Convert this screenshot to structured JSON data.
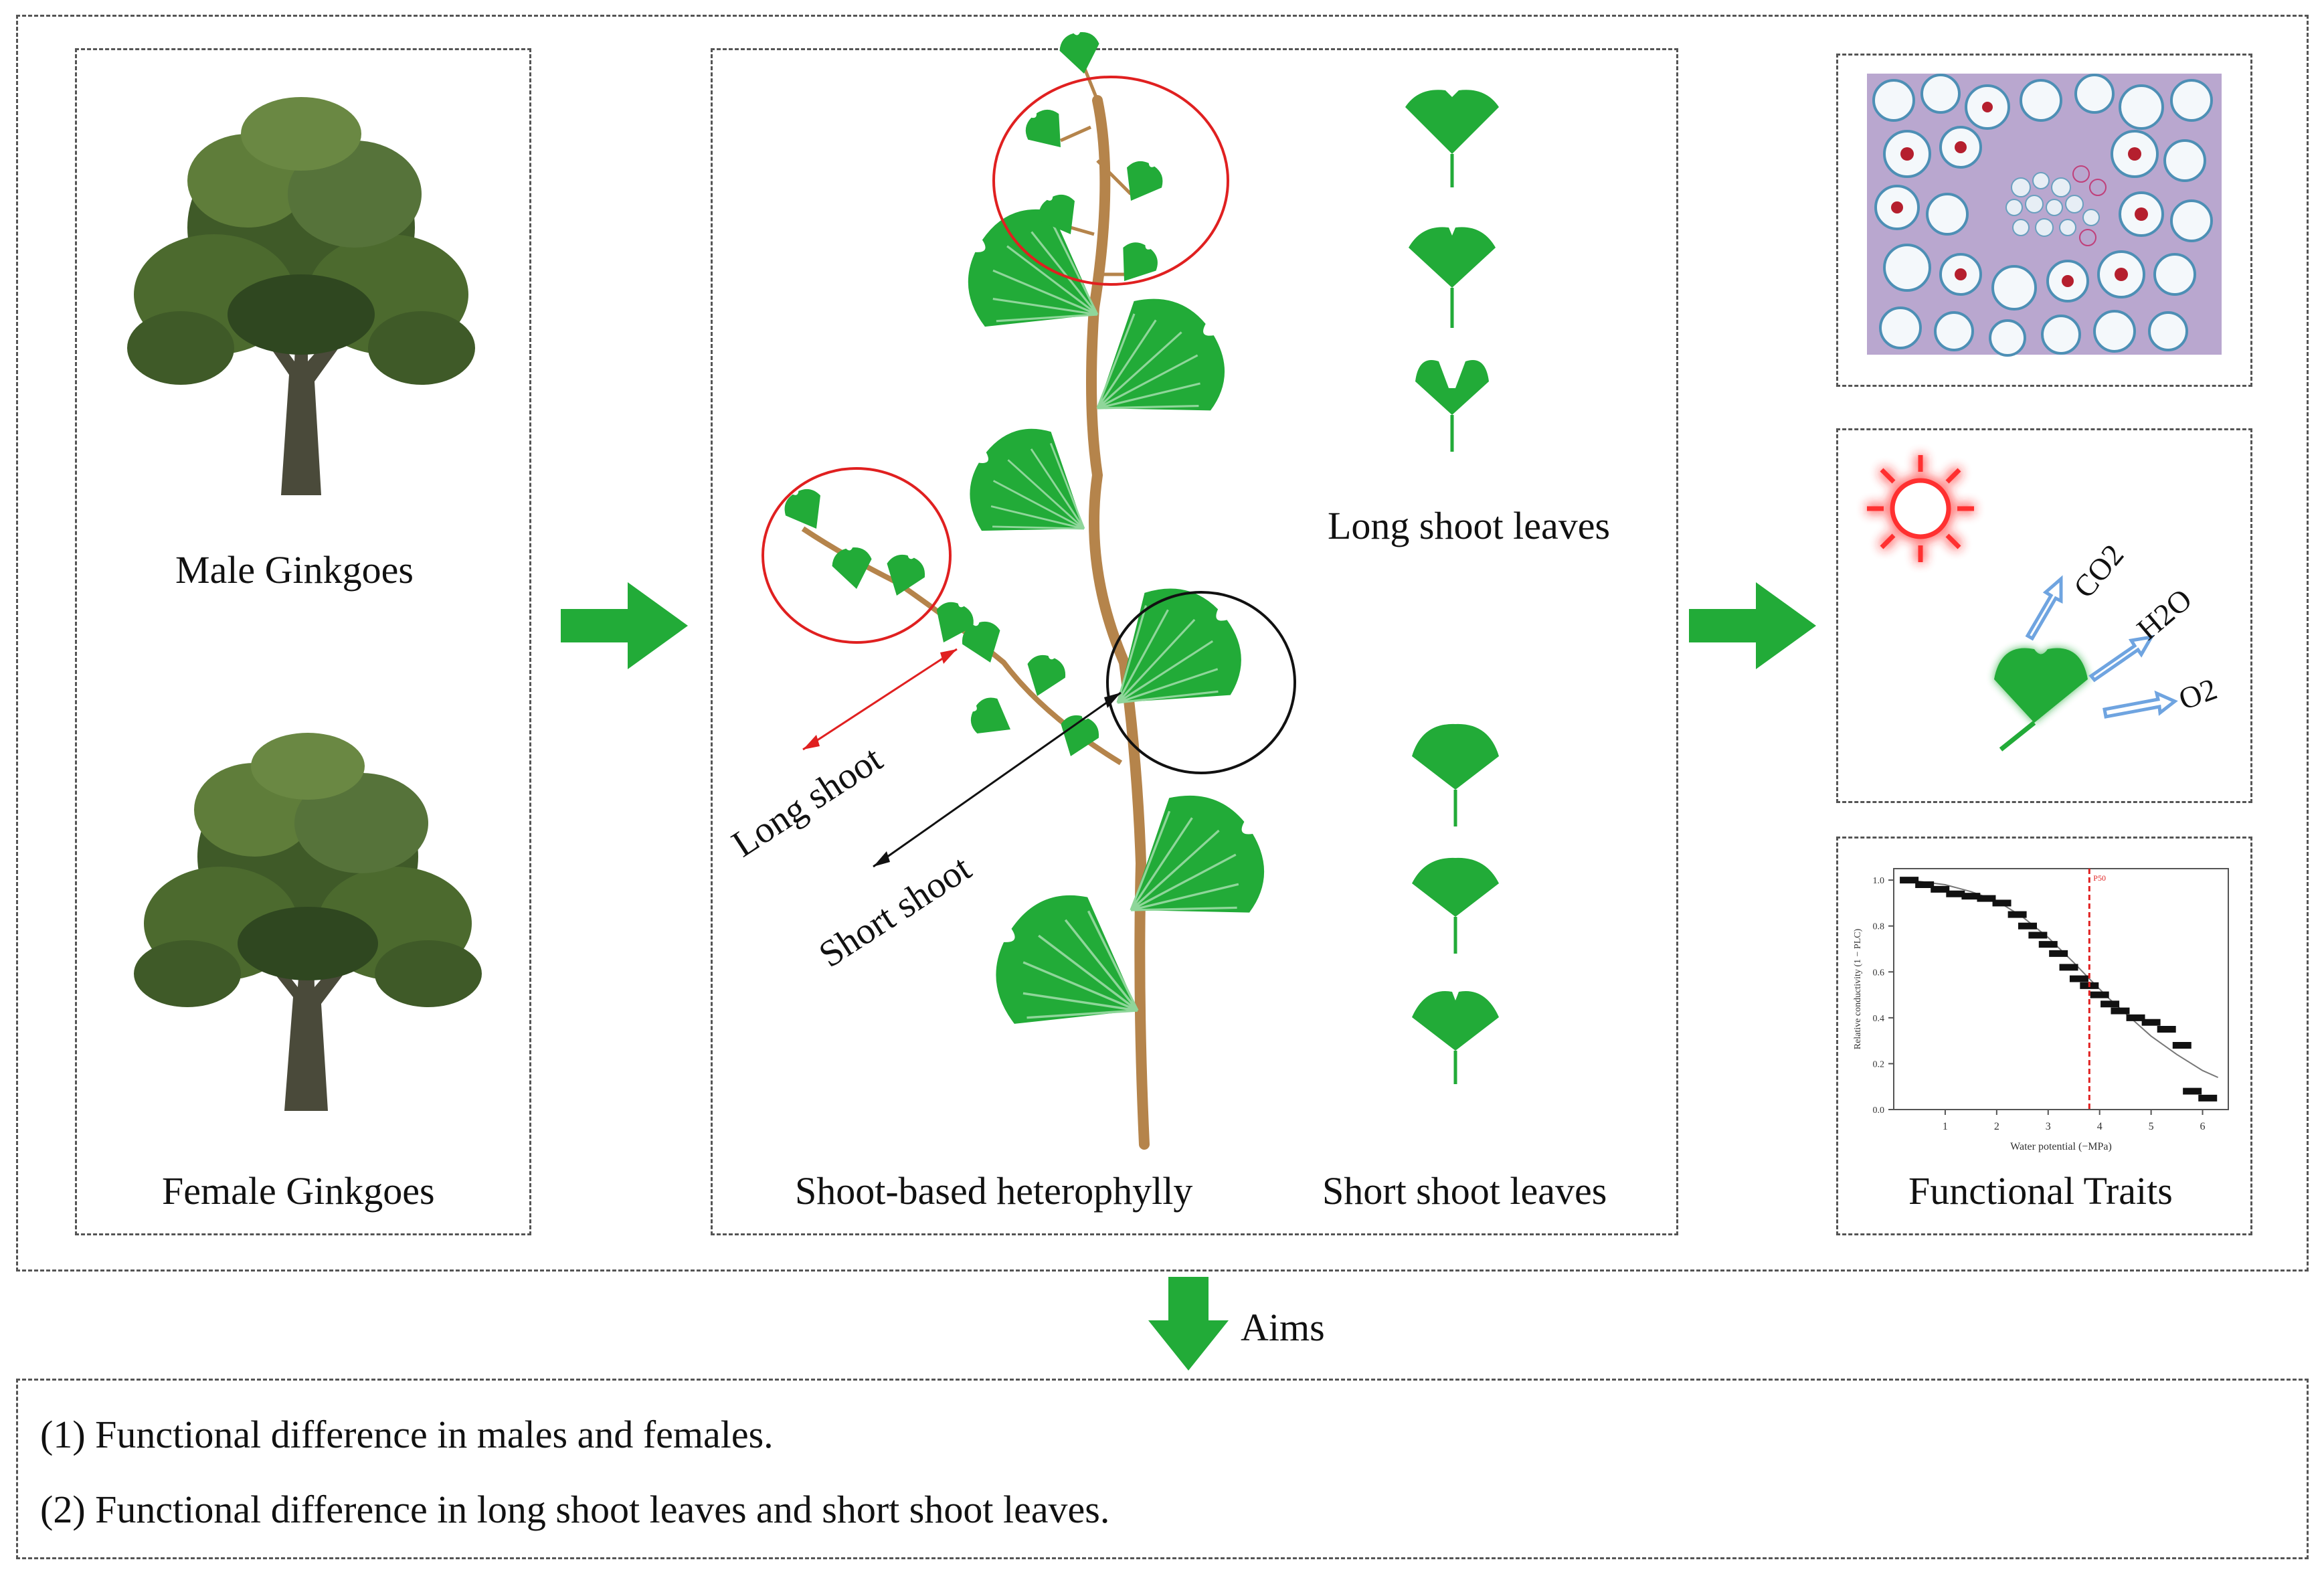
{
  "left_panel": {
    "male_label": "Male Ginkgoes",
    "female_label": "Female Ginkgoes"
  },
  "center_panel": {
    "caption": "Shoot-based heterophylly",
    "long_shoot_label": "Long shoot",
    "short_shoot_label": "Short shoot",
    "long_leaves_label": "Long shoot leaves",
    "short_leaves_label": "Short shoot leaves"
  },
  "right_panel": {
    "co2": "CO2",
    "h2o": "H2O",
    "o2": "O2",
    "caption": "Functional Traits",
    "chart_xlabel": "Water potential (−MPa)",
    "chart_ylabel": "Relative conductivity (1 − PLC)",
    "chart_line_label": "P50"
  },
  "aims": {
    "label": "Aims",
    "items": [
      "(1)  Functional difference in males and females.",
      "(2)  Functional difference in long shoot leaves and short  shoot leaves."
    ]
  },
  "colors": {
    "leaf": "#22ab38",
    "stem": "#b5844b",
    "tree_dark": "#3f5a28",
    "arrow": "#22ab38"
  },
  "chart_data": {
    "type": "scatter",
    "xlabel": "Water potential (−MPa)",
    "ylabel": "Relative conductivity (1 − PLC)",
    "xlim": [
      0,
      6.5
    ],
    "ylim": [
      0,
      1.05
    ],
    "x_ticks": [
      1,
      2,
      3,
      4,
      5,
      6
    ],
    "y_ticks": [
      0.0,
      0.2,
      0.4,
      0.6,
      0.8,
      1.0
    ],
    "points": [
      [
        0.3,
        1.0
      ],
      [
        0.6,
        0.98
      ],
      [
        0.9,
        0.96
      ],
      [
        1.2,
        0.94
      ],
      [
        1.5,
        0.93
      ],
      [
        1.8,
        0.92
      ],
      [
        2.1,
        0.9
      ],
      [
        2.4,
        0.85
      ],
      [
        2.6,
        0.8
      ],
      [
        2.8,
        0.76
      ],
      [
        3.0,
        0.72
      ],
      [
        3.2,
        0.68
      ],
      [
        3.4,
        0.62
      ],
      [
        3.6,
        0.57
      ],
      [
        3.8,
        0.54
      ],
      [
        4.0,
        0.5
      ],
      [
        4.2,
        0.46
      ],
      [
        4.4,
        0.43
      ],
      [
        4.7,
        0.4
      ],
      [
        5.0,
        0.38
      ],
      [
        5.3,
        0.35
      ],
      [
        5.6,
        0.28
      ],
      [
        5.8,
        0.08
      ],
      [
        6.1,
        0.05
      ]
    ],
    "fit": [
      [
        0.3,
        1.0
      ],
      [
        1.0,
        0.98
      ],
      [
        1.5,
        0.95
      ],
      [
        2.0,
        0.91
      ],
      [
        2.5,
        0.84
      ],
      [
        3.0,
        0.75
      ],
      [
        3.5,
        0.64
      ],
      [
        3.8,
        0.57
      ],
      [
        4.2,
        0.48
      ],
      [
        4.6,
        0.4
      ],
      [
        5.0,
        0.32
      ],
      [
        5.5,
        0.24
      ],
      [
        6.0,
        0.17
      ],
      [
        6.3,
        0.14
      ]
    ],
    "vline_x": 3.8
  }
}
